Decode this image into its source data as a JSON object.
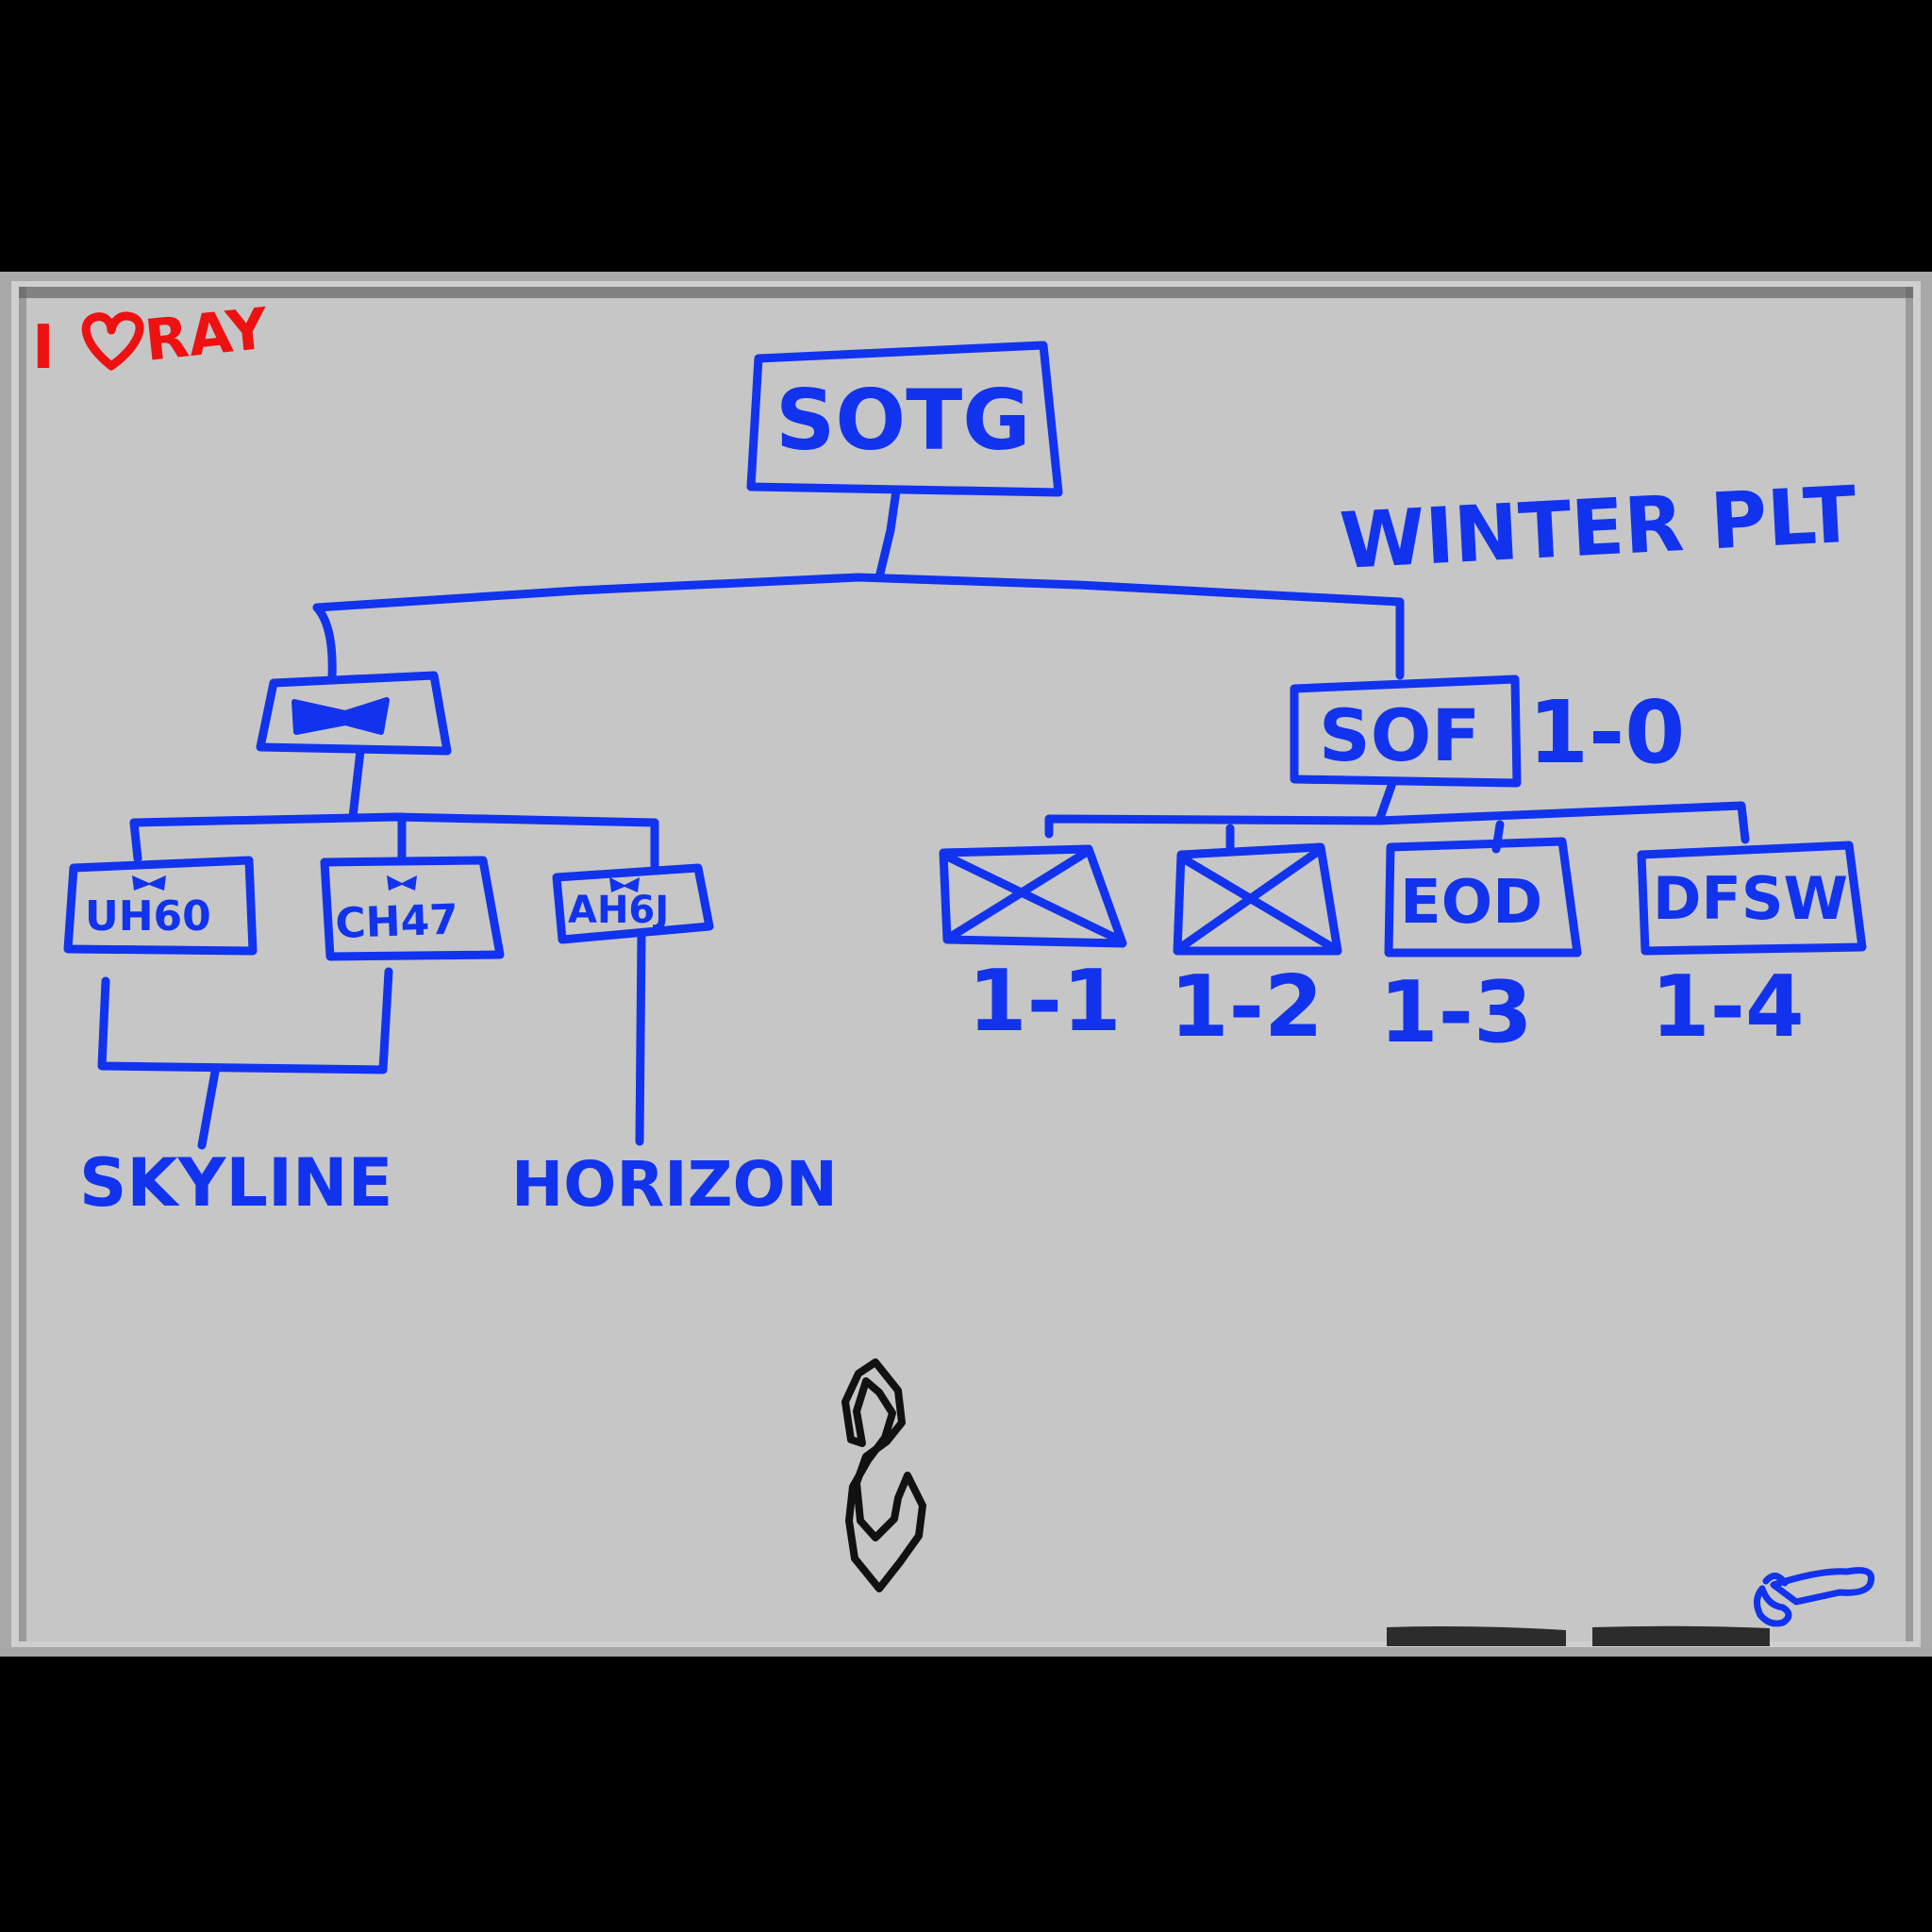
{
  "board": {
    "tagline_pre": "I",
    "tagline_post": "RAY"
  },
  "root": {
    "label": "SOTG"
  },
  "winter_note": "WINTER PLT",
  "aviation": {
    "children": [
      {
        "label": "UH60"
      },
      {
        "label": "CH47"
      },
      {
        "label": "AH6J"
      }
    ],
    "callsigns": [
      "SKYLINE",
      "HORIZON"
    ]
  },
  "sof": {
    "label": "SOF",
    "designation": "1-0",
    "children": [
      {
        "label": "",
        "designation": "1-1"
      },
      {
        "label": "",
        "designation": "1-2"
      },
      {
        "label": "EOD",
        "designation": "1-3"
      },
      {
        "label": "DFSW",
        "designation": "1-4"
      }
    ]
  },
  "colors": {
    "ink": "#1133ee",
    "accent": "#ee1111",
    "board": "#c6c6c6",
    "frame": "#000000"
  },
  "icons": [
    "heart-icon",
    "aviation-bowtie-icon",
    "infantry-cross-icon",
    "double-s-doodle-icon",
    "doodle-sketch-icon"
  ]
}
